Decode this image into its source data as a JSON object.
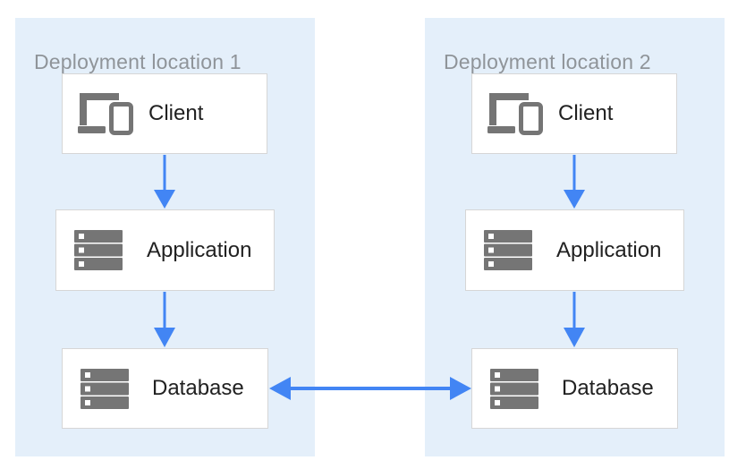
{
  "diagram": {
    "panels": [
      {
        "title": "Deployment location 1",
        "nodes": [
          {
            "label": "Client",
            "icon": "client-devices-icon"
          },
          {
            "label": "Application",
            "icon": "server-stack-icon"
          },
          {
            "label": "Database",
            "icon": "server-stack-icon"
          }
        ]
      },
      {
        "title": "Deployment location 2",
        "nodes": [
          {
            "label": "Client",
            "icon": "client-devices-icon"
          },
          {
            "label": "Application",
            "icon": "server-stack-icon"
          },
          {
            "label": "Database",
            "icon": "server-stack-icon"
          }
        ]
      }
    ],
    "arrows": [
      {
        "from": "client-1",
        "to": "application-1",
        "type": "one-way-down"
      },
      {
        "from": "application-1",
        "to": "database-1",
        "type": "one-way-down"
      },
      {
        "from": "client-2",
        "to": "application-2",
        "type": "one-way-down"
      },
      {
        "from": "application-2",
        "to": "database-2",
        "type": "one-way-down"
      },
      {
        "from": "database-1",
        "to": "database-2",
        "type": "bidirectional"
      }
    ],
    "colors": {
      "panel_background": "#E4EFFA",
      "node_background": "#FFFFFF",
      "node_border": "#D6D6D6",
      "arrow_blue": "#4285F4",
      "icon_gray": "#757575",
      "title_gray": "#8F9499",
      "label_dark": "#212121"
    }
  }
}
